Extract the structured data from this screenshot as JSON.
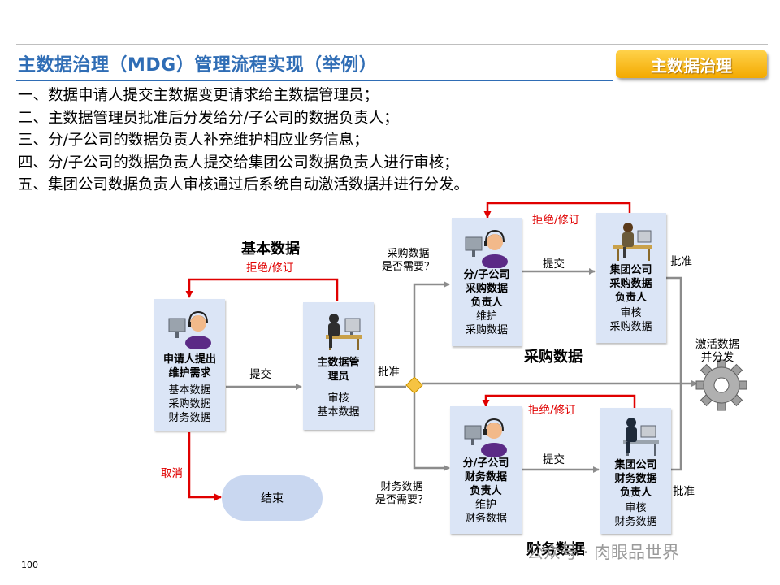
{
  "header": {
    "title": "主数据治理（MDG）管理流程实现（举例）",
    "tag": "主数据治理"
  },
  "steps": [
    "一、数据申请人提交主数据变更请求给主数据管理员；",
    "二、主数据管理员批准后分发给分/子公司的数据负责人；",
    "三、分/子公司的数据负责人补充维护相应业务信息；",
    "四、分/子公司的数据负责人提交给集团公司数据负责人进行审核；",
    "五、集团公司数据负责人审核通过后系统自动激活数据并进行分发。"
  ],
  "diagram": {
    "basic_section": "基本数据",
    "purchase_section": "采购数据",
    "finance_section": "财务数据",
    "applicant": {
      "title": "申请人提出\n维护需求",
      "sub": "基本数据\n采购数据\n财务数据"
    },
    "admin": {
      "title": "主数据管\n理员",
      "sub": "审核\n基本数据"
    },
    "purchase_sub": {
      "title": "分/子公司\n采购数据\n负责人",
      "sub": "维护\n采购数据"
    },
    "purchase_group": {
      "title": "集团公司\n采购数据\n负责人",
      "sub": "审核\n采购数据"
    },
    "finance_sub": {
      "title": "分/子公司\n财务数据\n负责人",
      "sub": "维护\n财务数据"
    },
    "finance_group": {
      "title": "集团公司\n财务数据\n负责人",
      "sub": "审核\n财务数据"
    },
    "labels": {
      "reject": "拒绝/修订",
      "submit": "提交",
      "approve": "批准",
      "cancel": "取消",
      "end": "结束",
      "purchase_question": "采购数据\n是否需要？",
      "finance_question": "财务数据\n是否需要？",
      "activate": "激活数据\n并分发"
    }
  },
  "footer": {
    "page_number": "100",
    "watermark": "公众号 · 肉眼品世界"
  },
  "colors": {
    "title_blue": "#2f6db5",
    "box_fill": "#dbe5f6",
    "reject_red": "#e00000",
    "tag_gold": "#f3a900"
  }
}
